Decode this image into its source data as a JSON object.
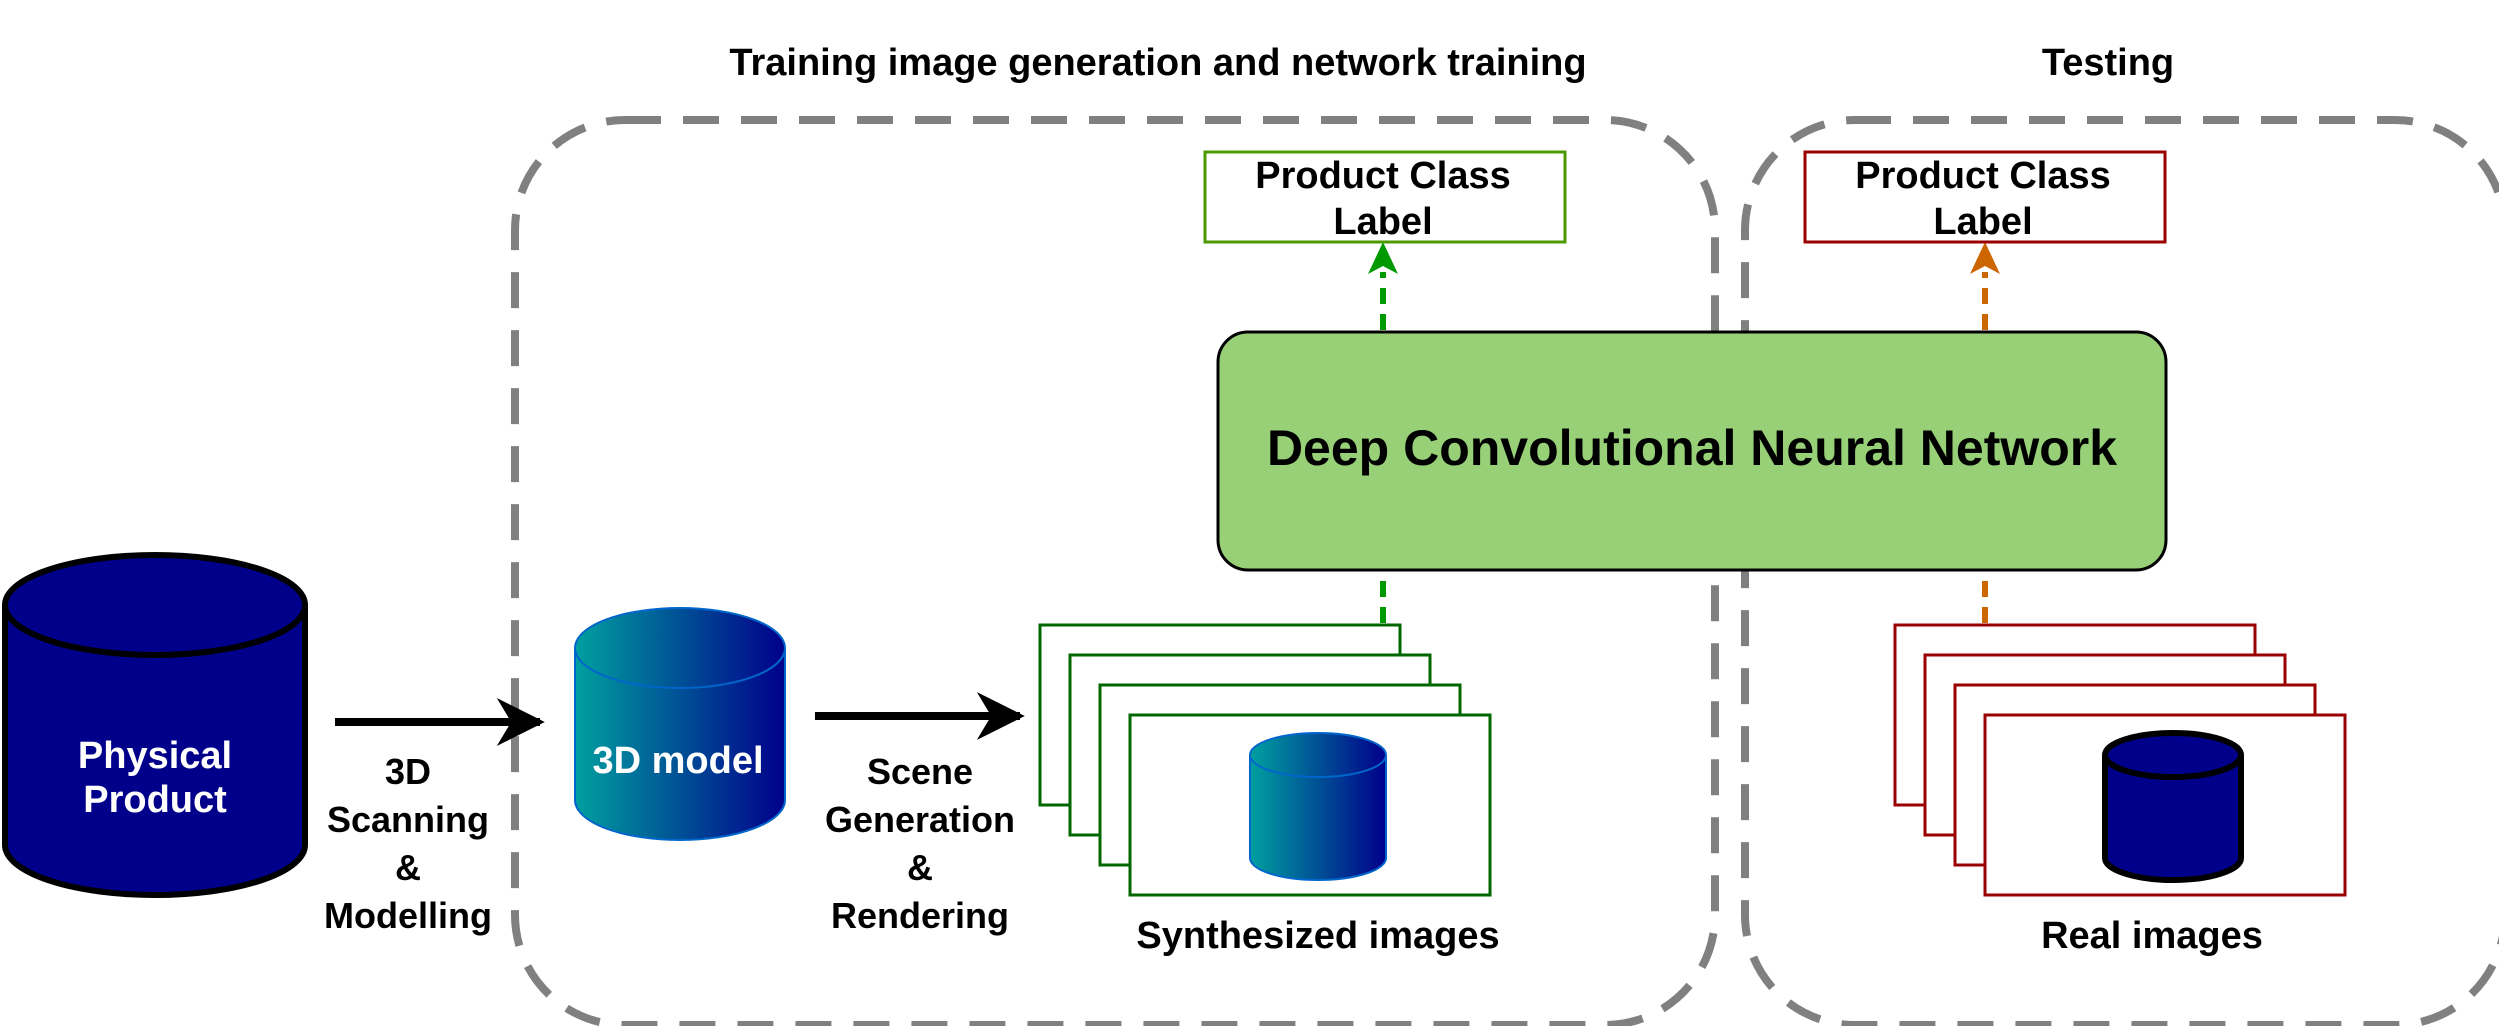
{
  "sections": {
    "training_title": "Training image generation and network training",
    "testing_title": "Testing"
  },
  "nodes": {
    "physical_product": [
      "Physical",
      "Product"
    ],
    "model_3d": "3D model",
    "dcnn": "Deep Convolutional Neural Network",
    "label_train": [
      "Product Class",
      "Label"
    ],
    "label_test": [
      "Product Class",
      "Label"
    ],
    "synth_caption": "Synthesized images",
    "real_caption": "Real images"
  },
  "edges": {
    "scan": [
      "3D",
      "Scanning",
      "&",
      "Modelling"
    ],
    "scene": [
      "Scene",
      "Generation",
      "&",
      "Rendering"
    ]
  },
  "colors": {
    "dashed_border": "#808080",
    "navy": "#00008b",
    "dcnn_fill": "#97d077",
    "train_green": "#006600",
    "label_green": "#4d9900",
    "test_red": "#990000",
    "arrow_green": "#009900",
    "arrow_orange": "#cc6600"
  }
}
